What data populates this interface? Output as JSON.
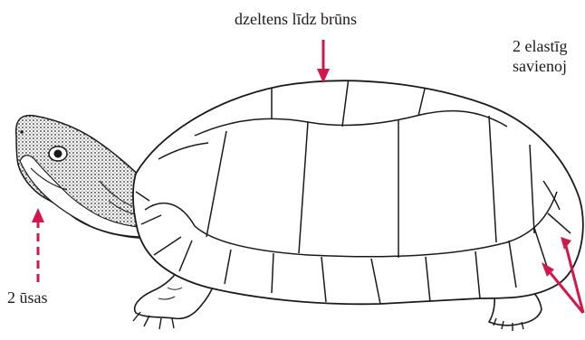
{
  "labels": {
    "shell_color": "dzeltens līdz brūns",
    "hinges_line1": "2 elastīg",
    "hinges_line2": "savienoj",
    "barbels": "2 ūsas"
  },
  "colors": {
    "arrow": "#d2174a",
    "outline": "#1a1a1a",
    "background": "#ffffff"
  }
}
